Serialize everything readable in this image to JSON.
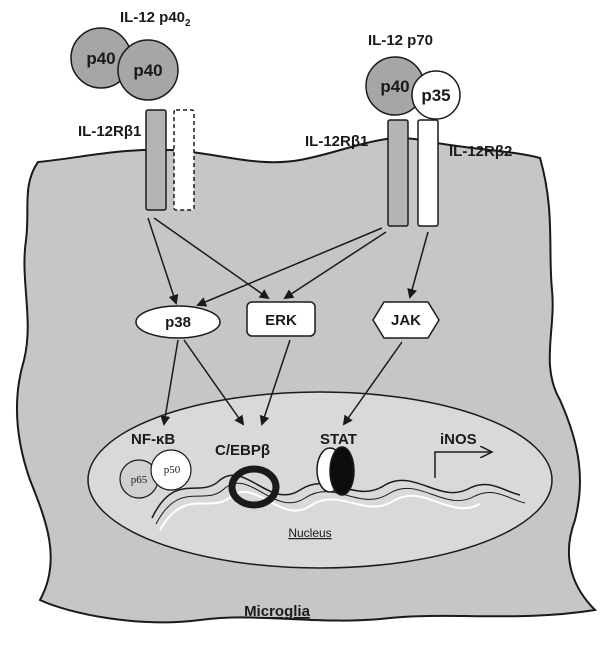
{
  "ligands": {
    "dimer": {
      "name_main": "IL-12 p40",
      "name_sub": "2",
      "subunit_left": "p40",
      "subunit_right": "p40"
    },
    "heterodimer": {
      "name": "IL-12 p70",
      "subunit_left": "p40",
      "subunit_right": "p35"
    }
  },
  "receptors": {
    "left_beta1": "IL-12Rβ1",
    "right_beta1": "IL-12Rβ1",
    "right_beta2": "IL-12Rβ2"
  },
  "kinases": {
    "p38": "p38",
    "erk": "ERK",
    "jak": "JAK"
  },
  "nucleus": {
    "label": "Nucleus",
    "tf_nfkb": "NF-κB",
    "nfkb_p65": "p65",
    "nfkb_p50": "p50",
    "tf_cebp": "C/EBPβ",
    "tf_stat": "STAT",
    "gene": "iNOS"
  },
  "cell": {
    "label": "Microglia"
  },
  "colors": {
    "cell_fill": "#c6c6c6",
    "nucleus_fill": "#d9d9d9",
    "subunit_gray": "#a6a6a6",
    "receptor_gray": "#b4b4b4",
    "outline": "#1a1a1a"
  }
}
